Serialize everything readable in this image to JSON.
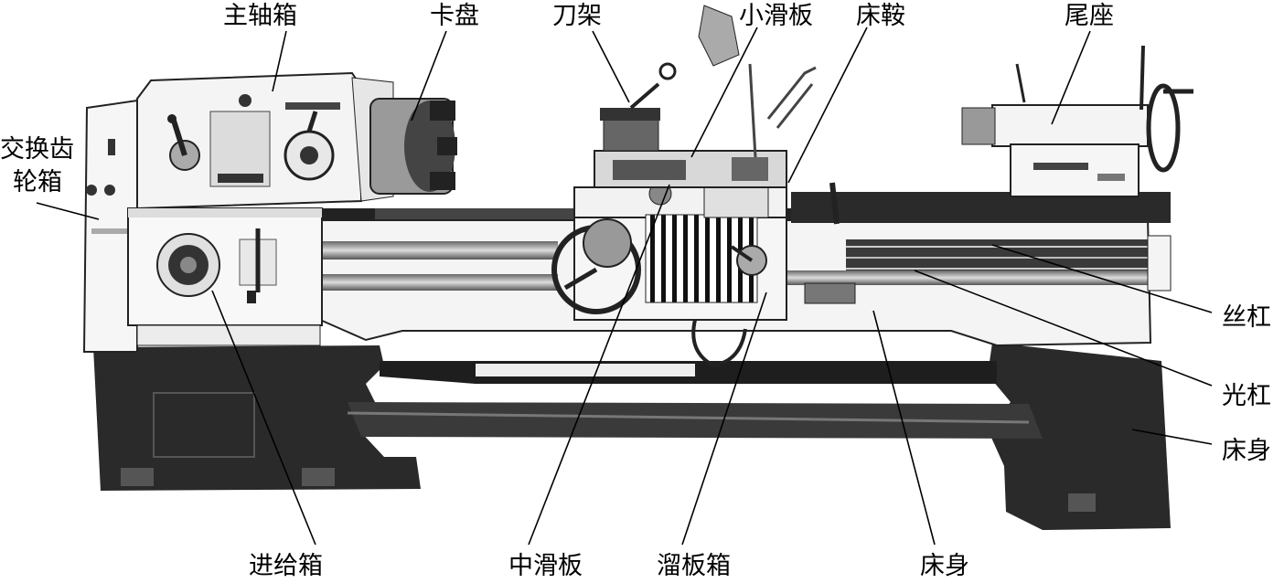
{
  "labels": {
    "change_gear_box_line1": "交换齿",
    "change_gear_box_line2": "轮箱",
    "headstock": "主轴箱",
    "chuck": "卡盘",
    "tool_post": "刀架",
    "compound_slide": "小滑板",
    "saddle": "床鞍",
    "tailstock": "尾座",
    "lead_screw": "丝杠",
    "feed_rod": "光杠",
    "bed_right": "床身",
    "feed_box": "进给箱",
    "cross_slide": "中滑板",
    "apron": "溜板箱",
    "bed_bottom": "床身"
  }
}
